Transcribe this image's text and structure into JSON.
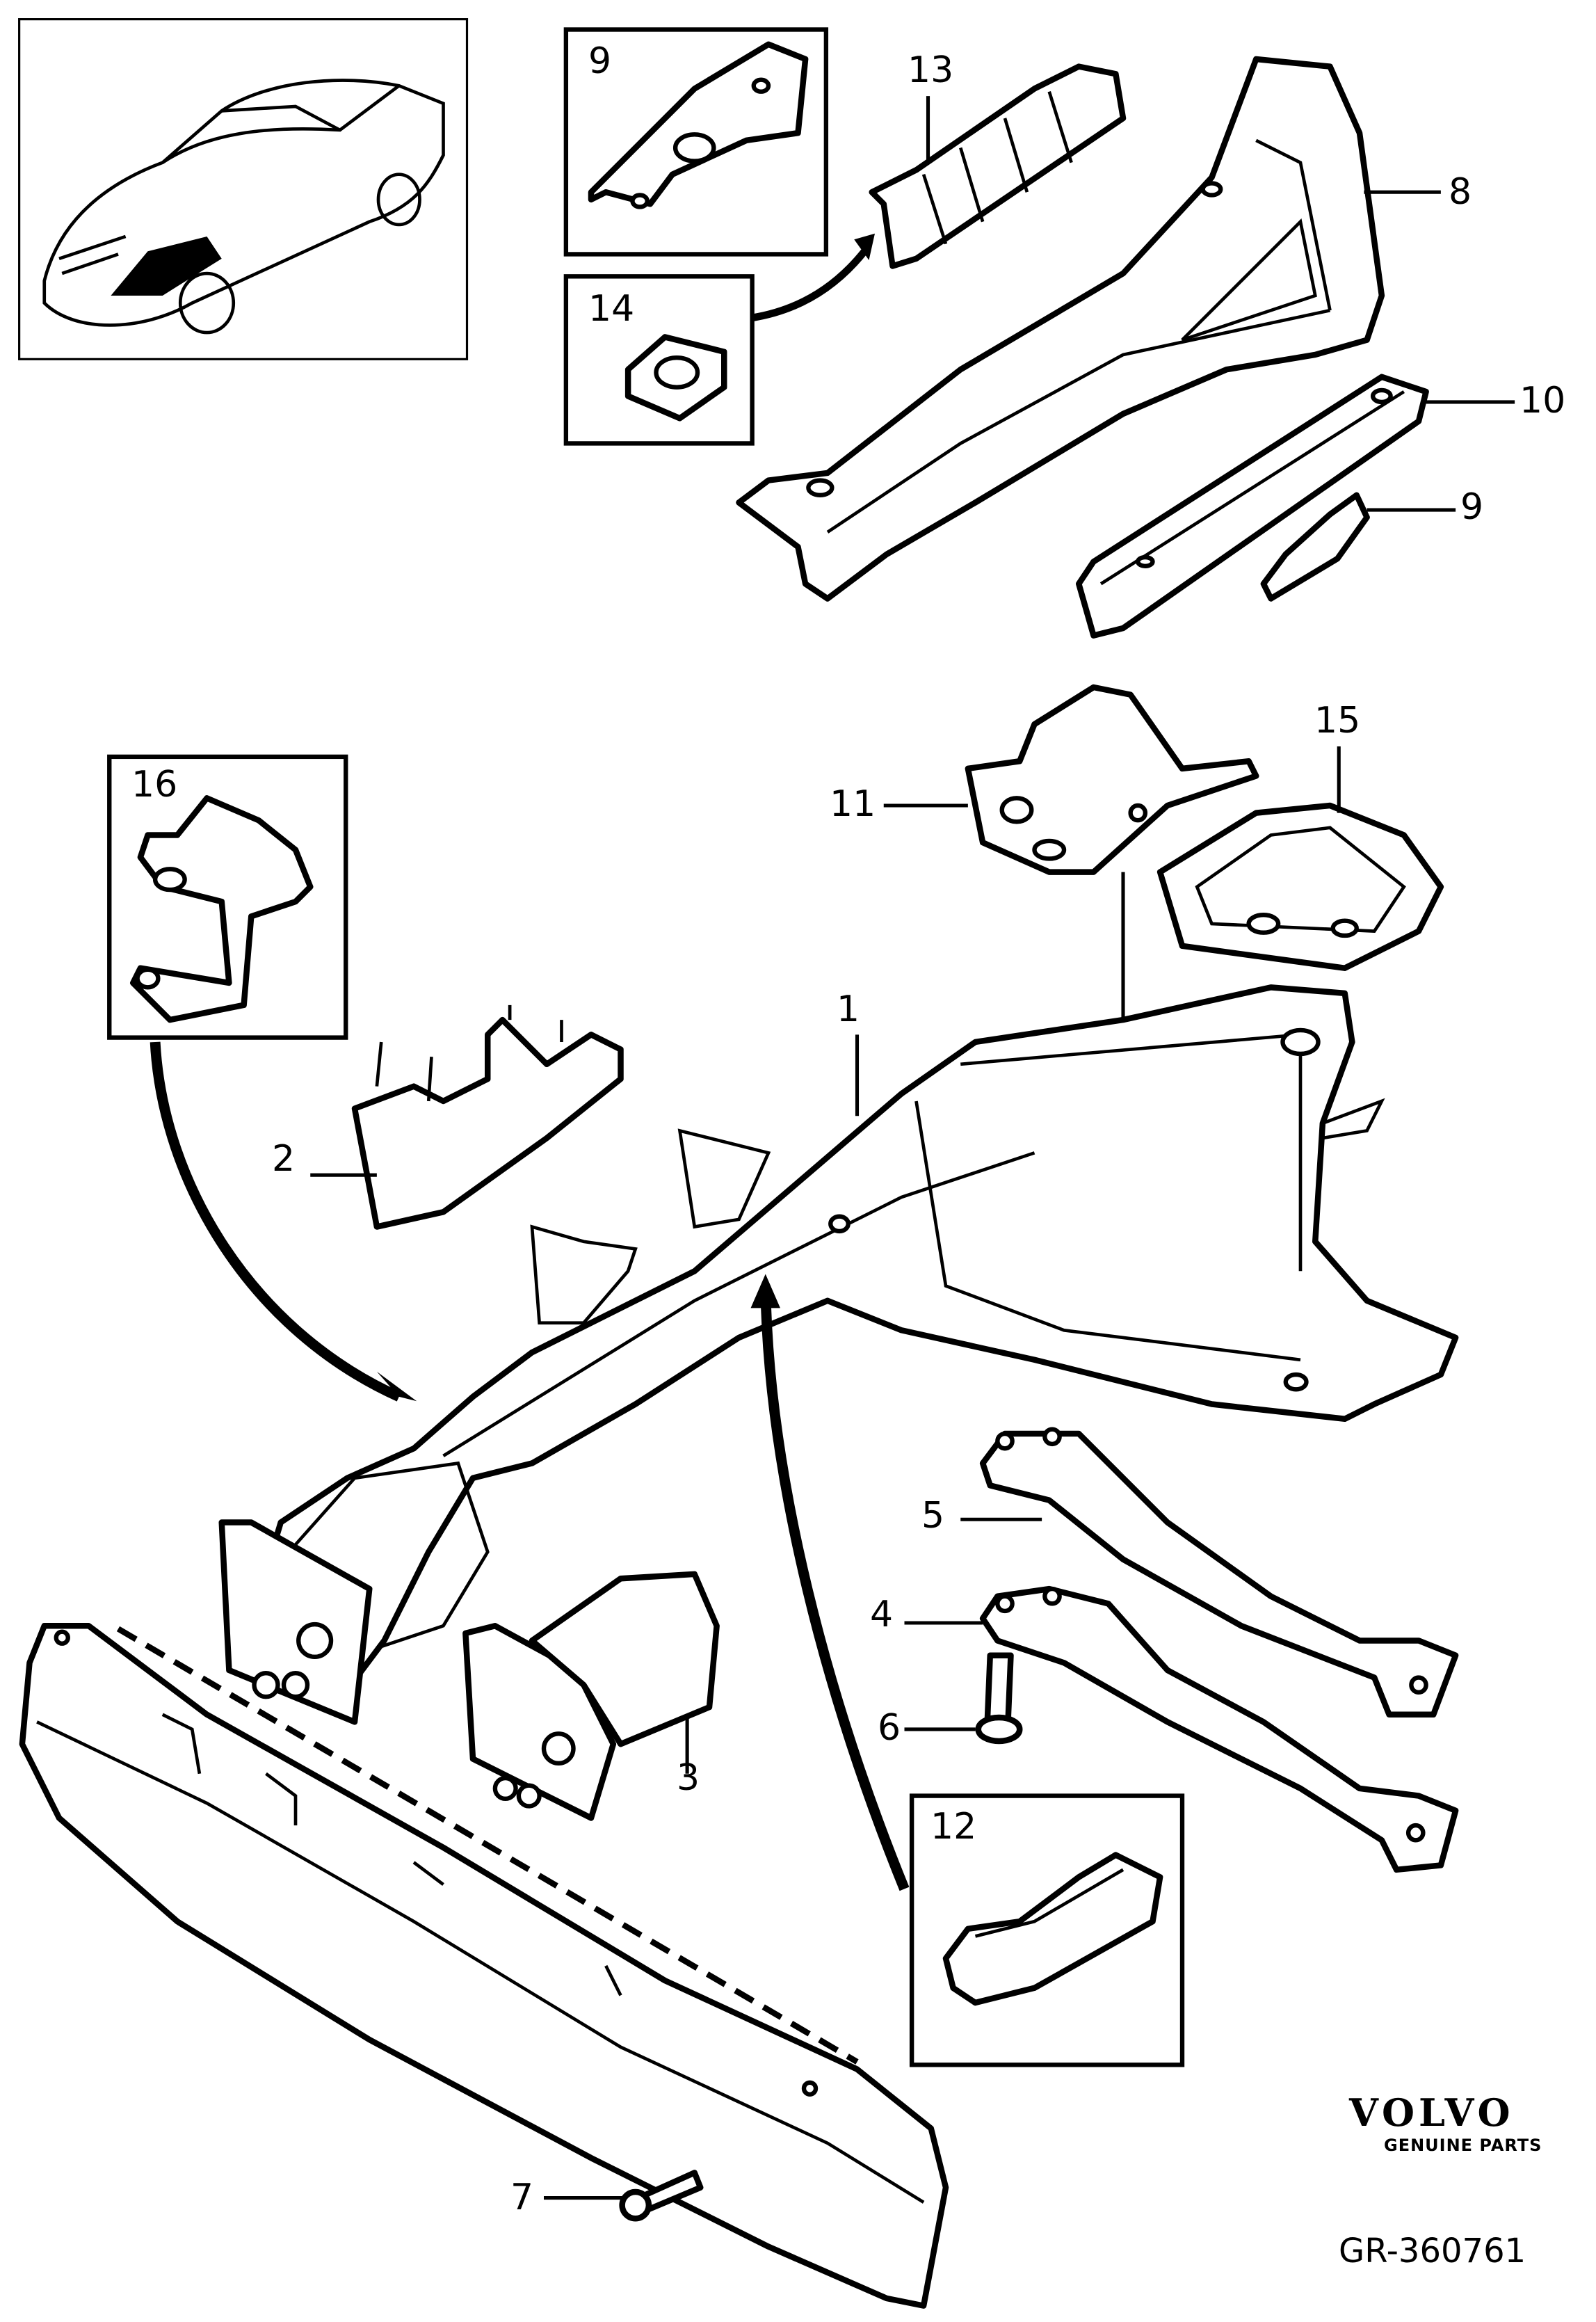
{
  "brand": {
    "name": "VOLVO",
    "tagline": "GENUINE PARTS"
  },
  "reference": "GR-360761",
  "callouts": [
    {
      "id": "c1",
      "label": "1"
    },
    {
      "id": "c2",
      "label": "2"
    },
    {
      "id": "c3",
      "label": "3"
    },
    {
      "id": "c4",
      "label": "4"
    },
    {
      "id": "c5",
      "label": "5"
    },
    {
      "id": "c6",
      "label": "6"
    },
    {
      "id": "c7",
      "label": "7"
    },
    {
      "id": "c8",
      "label": "8"
    },
    {
      "id": "c9a",
      "label": "9"
    },
    {
      "id": "c9b",
      "label": "9"
    },
    {
      "id": "c10",
      "label": "10"
    },
    {
      "id": "c11",
      "label": "11"
    },
    {
      "id": "c12",
      "label": "12"
    },
    {
      "id": "c13",
      "label": "13"
    },
    {
      "id": "c14",
      "label": "14"
    },
    {
      "id": "c15",
      "label": "15"
    },
    {
      "id": "c16",
      "label": "16"
    }
  ]
}
